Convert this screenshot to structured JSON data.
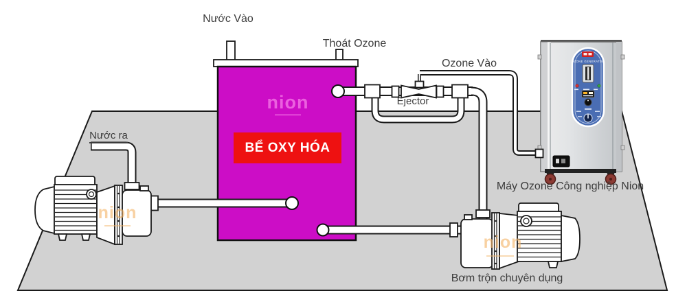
{
  "labels": {
    "water_in": "Nước Vào",
    "ozone_exhaust": "Thoát Ozone",
    "ozone_in": "Ozone Vào",
    "ejector": "Ejector",
    "water_out": "Nước ra",
    "ozone_machine": "Máy Ozone Công nghiệp Nion",
    "mixing_pump": "Bơm trộn chuyên dụng"
  },
  "tank": {
    "title": "BỂ OXY HÓA",
    "logo": "nion"
  },
  "machine": {
    "panel_title": "OZONE GENERATOR"
  },
  "pump_left": {
    "logo": "nion"
  },
  "pump_bottom": {
    "logo": "nion"
  },
  "colors": {
    "tank": "#cc0dc6",
    "tank_label_bg": "#ee1111",
    "platform": "#d2d2d2",
    "panel_blue": "#4a6db3",
    "caster": "#8c3b34",
    "logo_pink": "#ef6ae2",
    "logo_orange": "#f4b56a",
    "label_text": "#3c3c3c"
  }
}
